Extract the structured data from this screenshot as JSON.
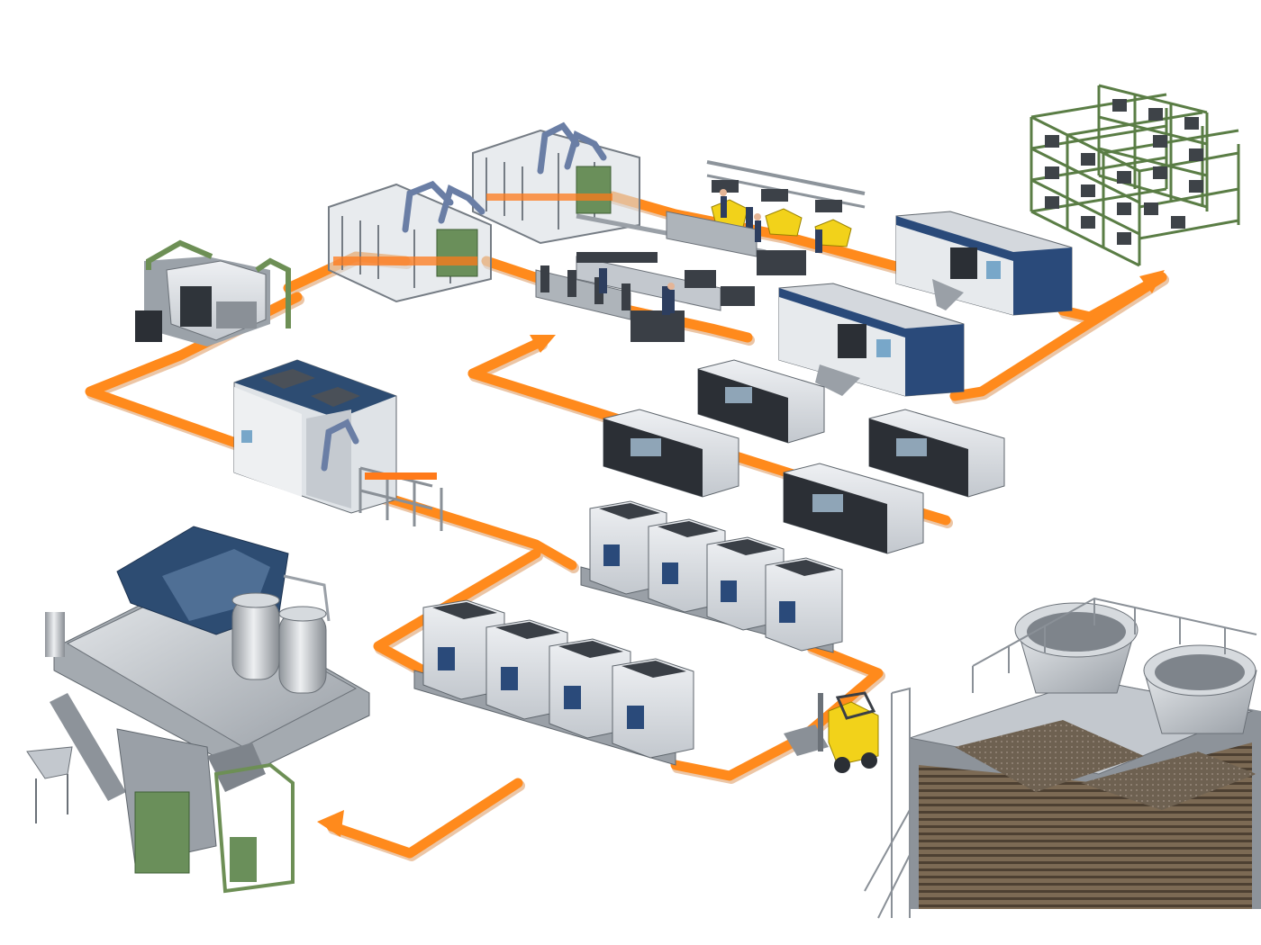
{
  "colors": {
    "flow_line": "#ff8a1c",
    "flow_line_dark": "#e06a00",
    "background": "#ffffff",
    "machine_body": "#d7dbe0",
    "machine_dark": "#2b2f35",
    "machine_blue": "#2a4a7a",
    "frame_green": "#5a7d45",
    "cabinet_green": "#6a8f5a",
    "forklift_yellow": "#f2d21a",
    "steel": "#b9bec4",
    "orange_accent": "#ff7a1a"
  },
  "stations": [
    {
      "id": "rotary-cell",
      "icon": "rotary-machining-cell-icon"
    },
    {
      "id": "robot-cells",
      "icon": "robotic-welding-cell-icon"
    },
    {
      "id": "assembly-line",
      "icon": "manual-assembly-line-icon"
    },
    {
      "id": "yellow-robots",
      "icon": "yellow-robot-station-icon"
    },
    {
      "id": "blue-machining-centers",
      "icon": "machining-center-icon"
    },
    {
      "id": "storage-racks",
      "icon": "storage-rack-icon"
    },
    {
      "id": "robot-booth",
      "icon": "robot-booth-icon"
    },
    {
      "id": "cnc-lathes",
      "icon": "cnc-lathe-icon"
    },
    {
      "id": "heat-treatment-furnaces",
      "icon": "furnace-icon"
    },
    {
      "id": "washing-plant",
      "icon": "washing-plant-icon"
    },
    {
      "id": "chip-conveyor",
      "icon": "chip-conveyor-icon"
    },
    {
      "id": "forklift",
      "icon": "forklift-icon"
    },
    {
      "id": "cooling-tower",
      "icon": "cooling-tower-icon"
    }
  ]
}
